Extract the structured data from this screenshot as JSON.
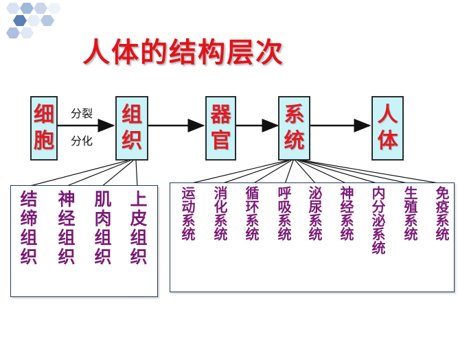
{
  "title": "人体的结构层次",
  "nodes": {
    "cell": [
      "细",
      "胞"
    ],
    "tissue": [
      "组",
      "织"
    ],
    "organ": [
      "器",
      "官"
    ],
    "system": [
      "系",
      "统"
    ],
    "body": [
      "人",
      "体"
    ]
  },
  "arrow_labels": {
    "division": "分裂",
    "differentiation": "分化"
  },
  "tissues": [
    "结缔组织",
    "神经组织",
    "肌肉组织",
    "上皮组织"
  ],
  "systems": [
    "运动系统",
    "消化系统",
    "循环系统",
    "呼吸系统",
    "泌尿系统",
    "神经系统",
    "内分泌系统",
    "生殖系统",
    "免疫系统"
  ],
  "colors": {
    "title": "#e0141b",
    "node_text": "#e01b24",
    "node_fill": "#c9f3f7",
    "list_text": "#7a1a76"
  }
}
